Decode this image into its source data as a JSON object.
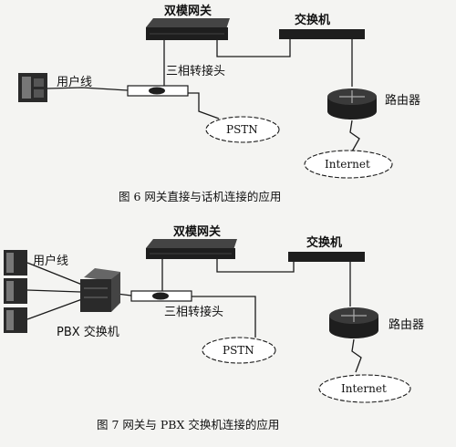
{
  "figure6": {
    "gateway": "双模网关",
    "switch": "交换机",
    "user_line": "用户线",
    "adapter": "三相转接头",
    "router": "路由器",
    "pstn": "PSTN",
    "internet": "Internet",
    "caption": "图 6  网关直接与话机连接的应用"
  },
  "figure7": {
    "gateway": "双模网关",
    "switch": "交换机",
    "user_line": "用户线",
    "pbx": "PBX 交换机",
    "adapter": "三相转接头",
    "router": "路由器",
    "pstn": "PSTN",
    "internet": "Internet",
    "caption": "图 7  网关与 PBX 交换机连接的应用"
  },
  "colors": {
    "device": "#222222",
    "line": "#1a1a1a",
    "background": "#f4f4f2"
  }
}
